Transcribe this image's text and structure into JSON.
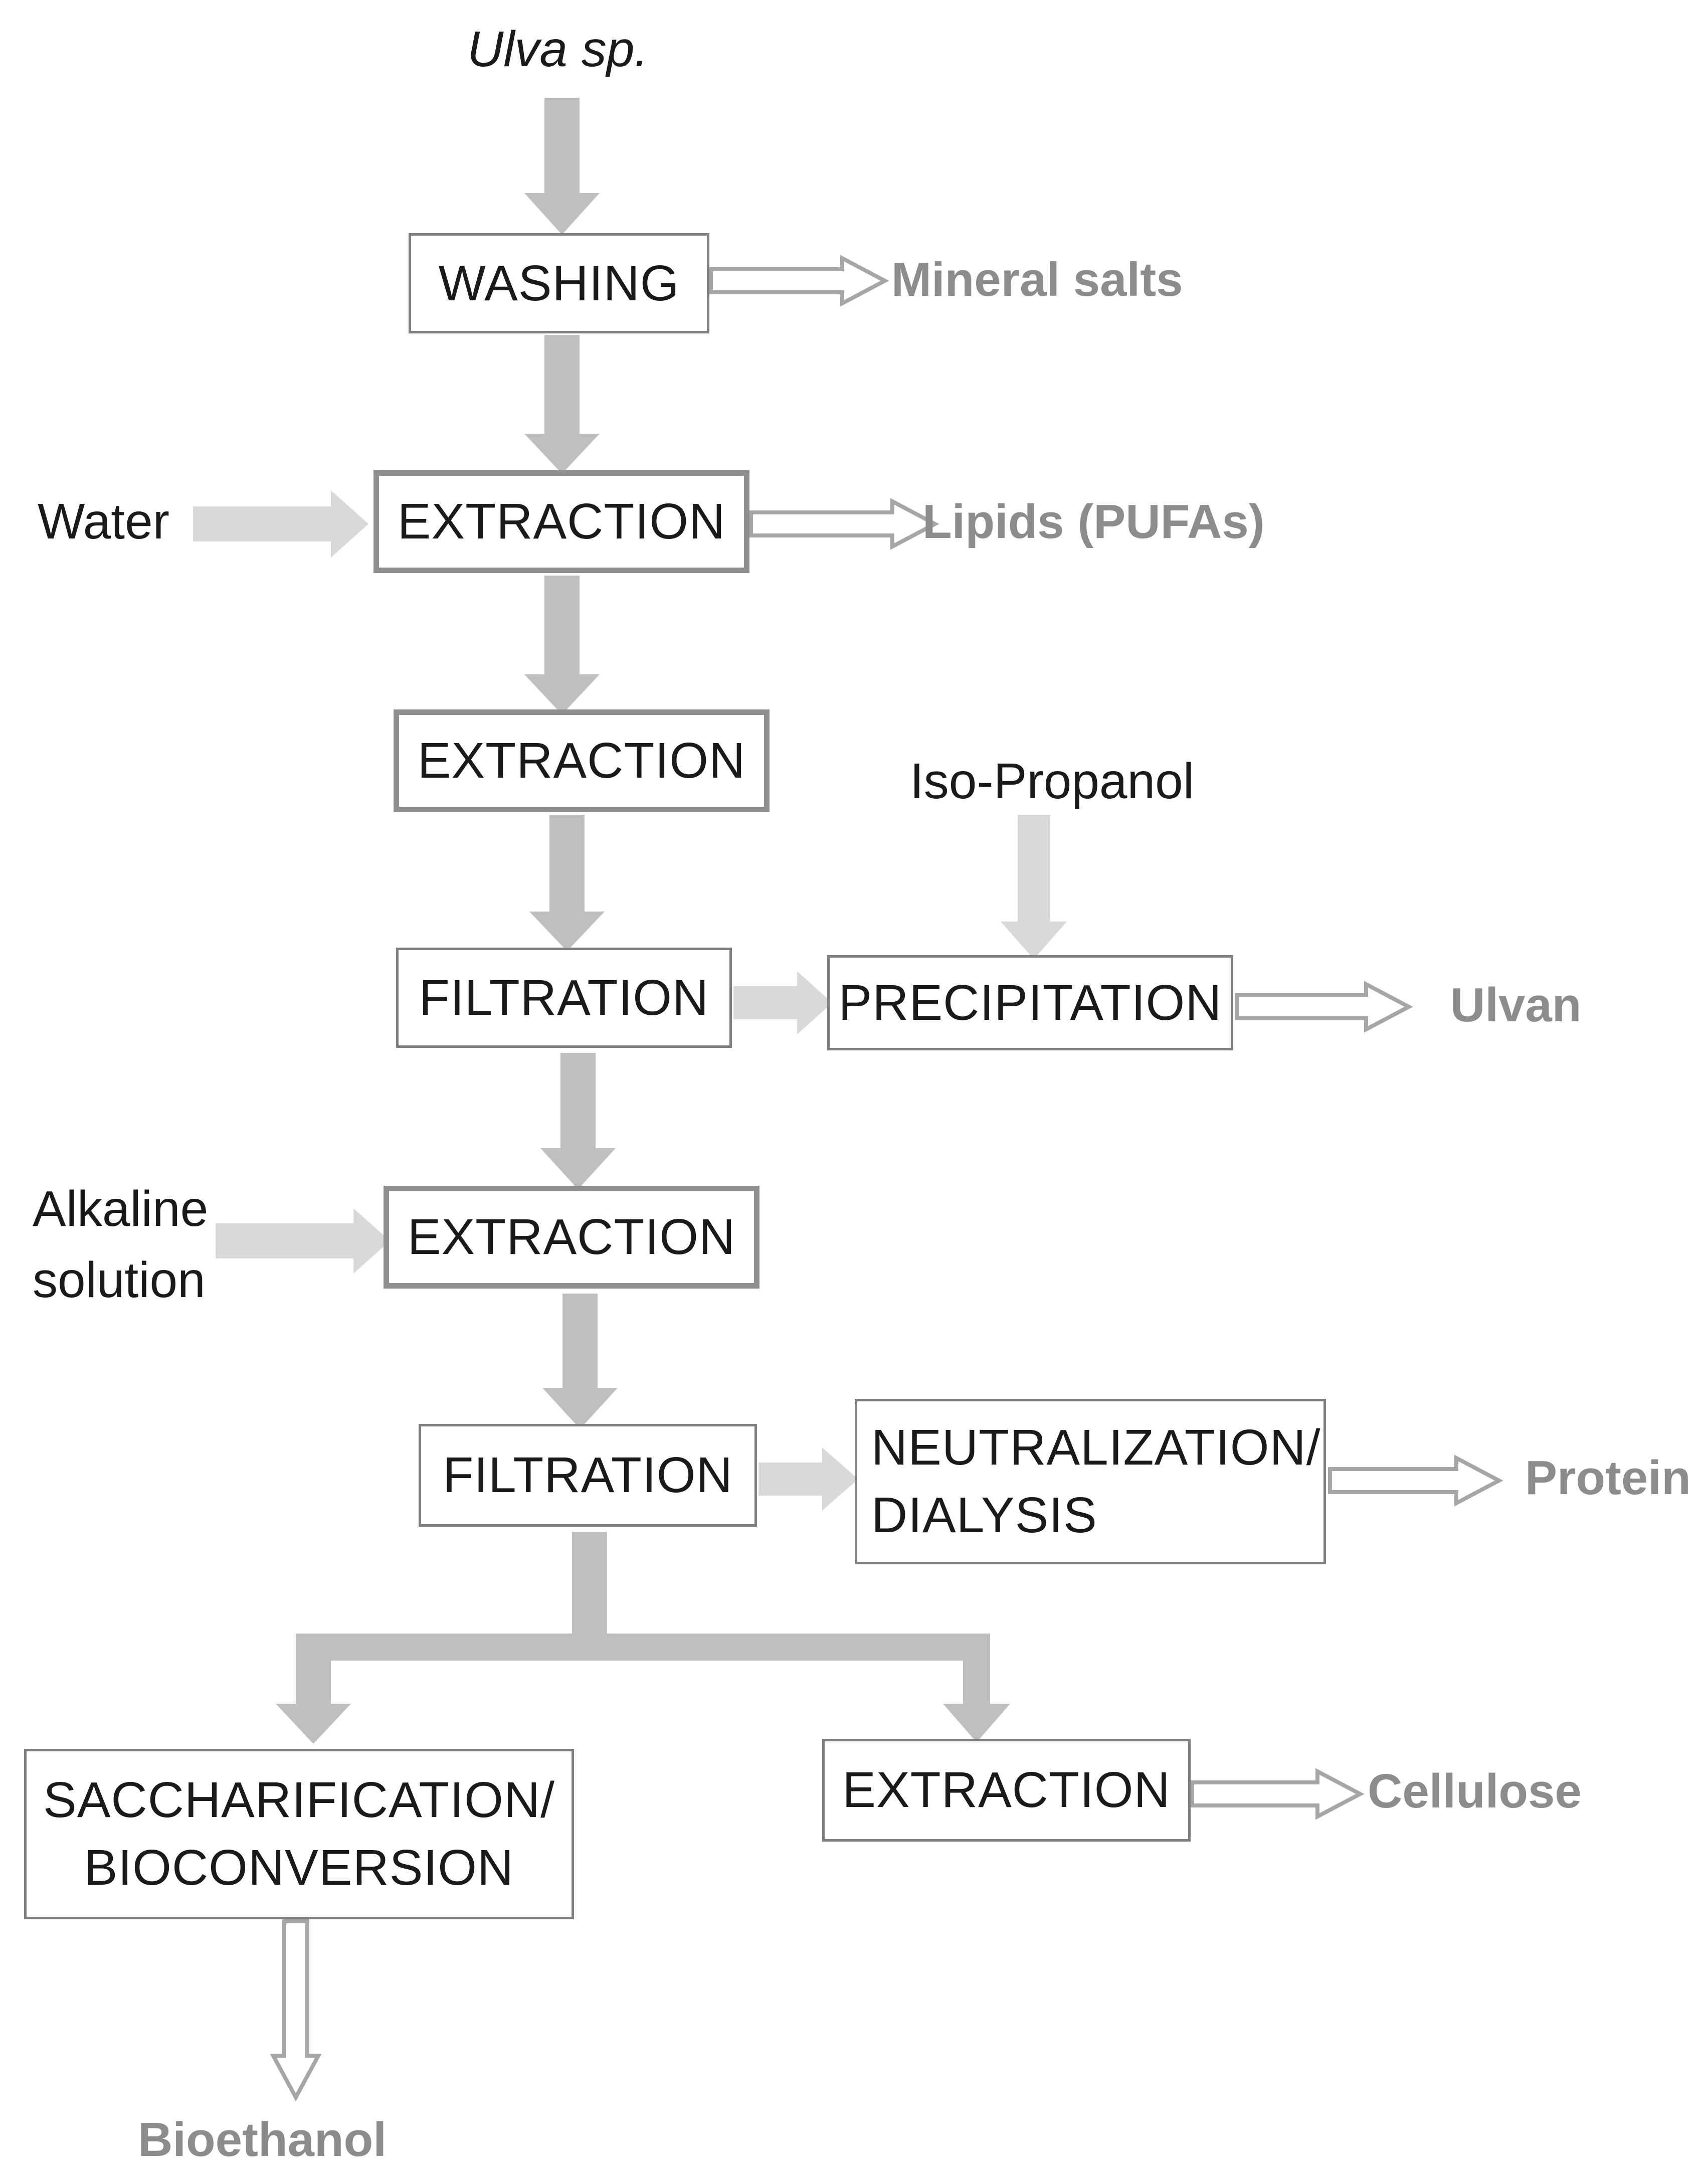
{
  "diagram": {
    "source_label": "Ulva sp.",
    "steps": {
      "washing": "WASHING",
      "extraction_1": "EXTRACTION",
      "extraction_2": "EXTRACTION",
      "filtration_1": "FILTRATION",
      "precipitation": "PRECIPITATION",
      "extraction_3": "EXTRACTION",
      "filtration_2": "FILTRATION",
      "neutralization_line1": "NEUTRALIZATION/",
      "neutralization_line2": "DIALYSIS",
      "saccharification_line1": "SACCHARIFICATION/",
      "saccharification_line2": "BIOCONVERSION",
      "extraction_4": "EXTRACTION"
    },
    "inputs": {
      "water": "Water",
      "isopropanol": "Iso-Propanol",
      "alkaline_line1": "Alkaline",
      "alkaline_line2": "solution"
    },
    "products": {
      "mineral_salts": "Mineral salts",
      "lipids": "Lipids (PUFAs)",
      "ulvan": "Ulvan",
      "protein": "Protein",
      "cellulose": "Cellulose",
      "bioethanol": "Bioethanol"
    },
    "colors": {
      "main_flow": "#bfbfbf",
      "input_flow": "#d9d9d9",
      "product_arrow": "#a6a6a6",
      "product_text": "#8c8c8c",
      "box_border": "#7f7f7f"
    }
  }
}
